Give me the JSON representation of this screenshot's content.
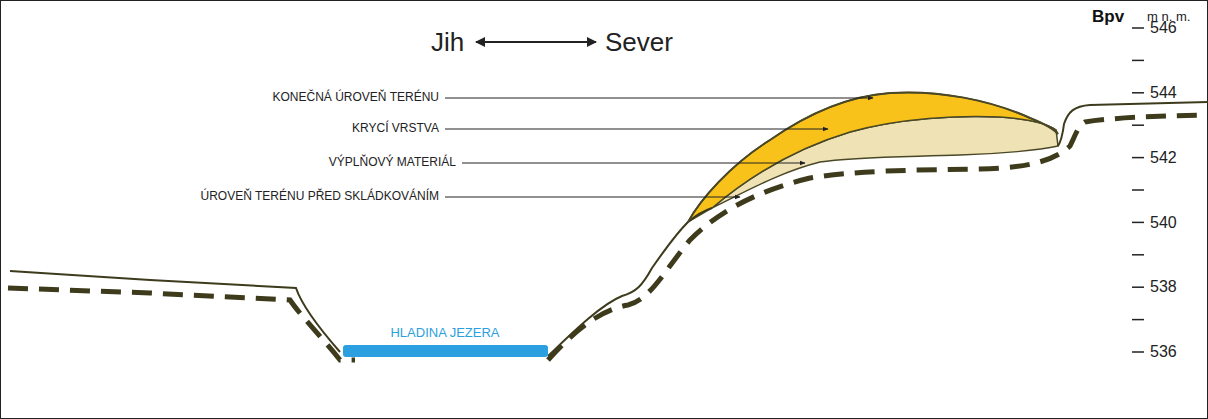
{
  "diagram": {
    "labels": [
      "Jih",
      "Sever",
      "Bpv",
      "m n. m.",
      "546",
      "544",
      "542",
      "540",
      "538",
      "536",
      "KONEČNÁ ÚROVEŇ TERÉNU",
      "KRYCÍ VRSTVA",
      "VÝPLŇOVÝ MATERIÁL",
      "ÚROVEŇ TERÉNU PŘED SKLÁDKOVÁNÍM",
      "HLADINA JEZERA"
    ]
  }
}
